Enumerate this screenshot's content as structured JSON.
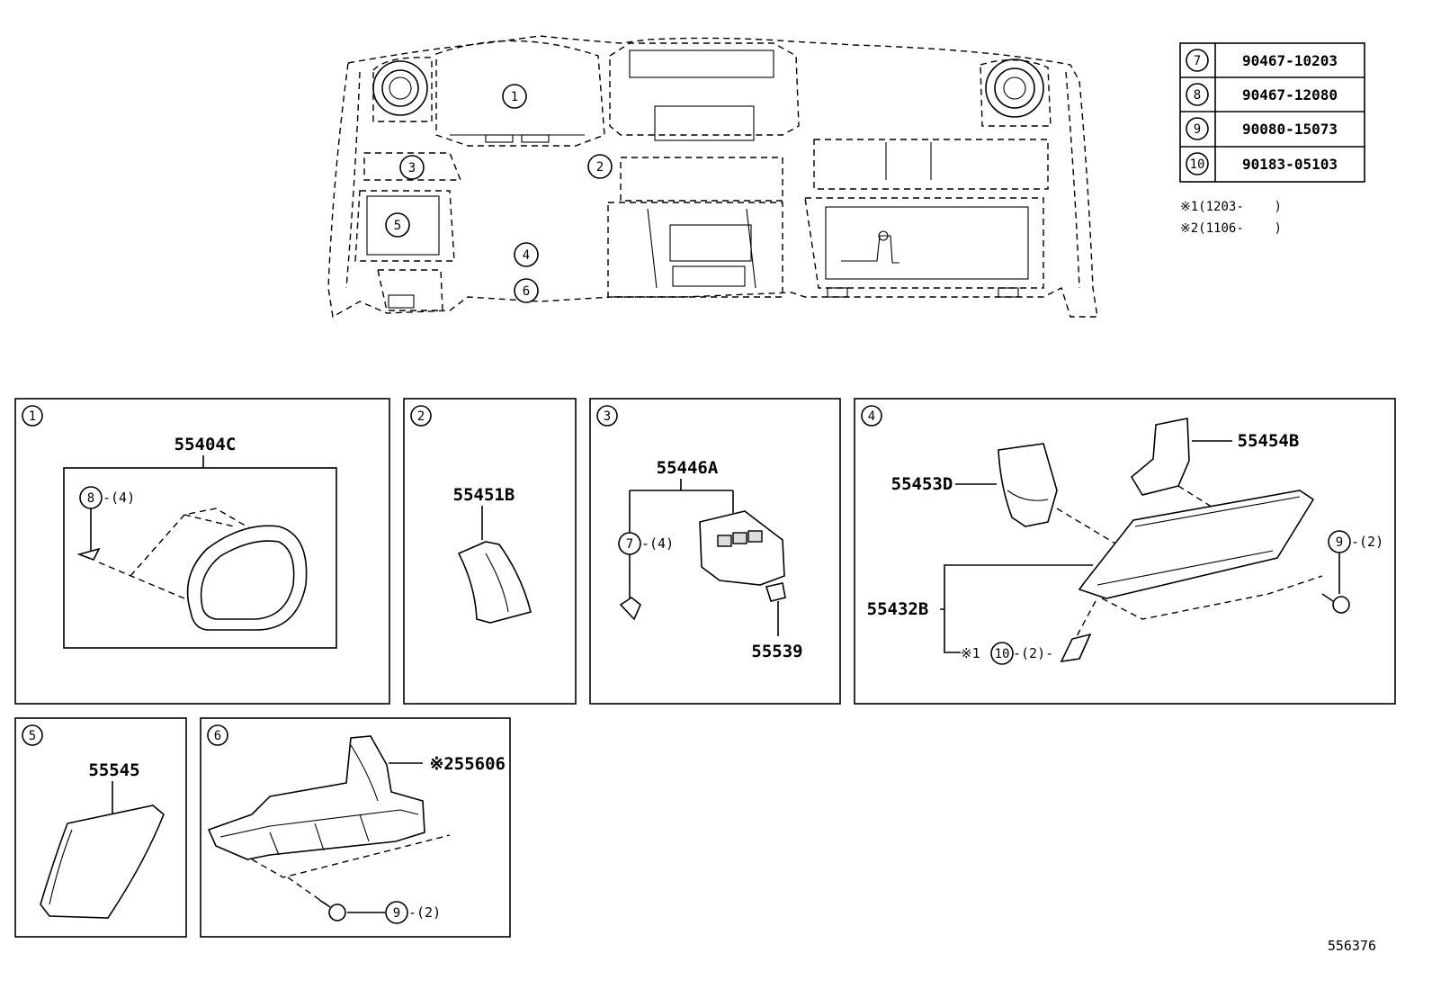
{
  "fastener_table": [
    {
      "ref": "7",
      "part": "90467-10203"
    },
    {
      "ref": "8",
      "part": "90467-12080"
    },
    {
      "ref": "9",
      "part": "90080-15073"
    },
    {
      "ref": "10",
      "part": "90183-05103"
    }
  ],
  "notes": [
    {
      "mark": "※1",
      "text": "(1203-    )"
    },
    {
      "mark": "※2",
      "text": "(1106-    )"
    }
  ],
  "overview_callouts": [
    "1",
    "2",
    "3",
    "4",
    "5",
    "6"
  ],
  "panels": [
    {
      "id": "1",
      "parts": [
        {
          "pn": "55404C"
        }
      ],
      "fasteners": [
        {
          "ref": "8",
          "qty": "-(4)"
        }
      ]
    },
    {
      "id": "2",
      "parts": [
        {
          "pn": "55451B"
        }
      ]
    },
    {
      "id": "3",
      "parts": [
        {
          "pn": "55446A"
        },
        {
          "pn": "55539"
        }
      ],
      "fasteners": [
        {
          "ref": "7",
          "qty": "-(4)"
        }
      ]
    },
    {
      "id": "4",
      "parts": [
        {
          "pn": "55453D"
        },
        {
          "pn": "55454B"
        },
        {
          "pn": "55432B"
        }
      ],
      "fasteners": [
        {
          "ref": "9",
          "qty": "-(2)"
        },
        {
          "ref": "10",
          "qty": "-(2)-",
          "mark": "※1"
        }
      ]
    },
    {
      "id": "5",
      "parts": [
        {
          "pn": "55545"
        }
      ]
    },
    {
      "id": "6",
      "parts": [
        {
          "pn": "55606",
          "mark": "※2"
        }
      ],
      "fasteners": [
        {
          "ref": "9",
          "qty": "-(2)"
        }
      ]
    }
  ],
  "diagram_id": "556376"
}
